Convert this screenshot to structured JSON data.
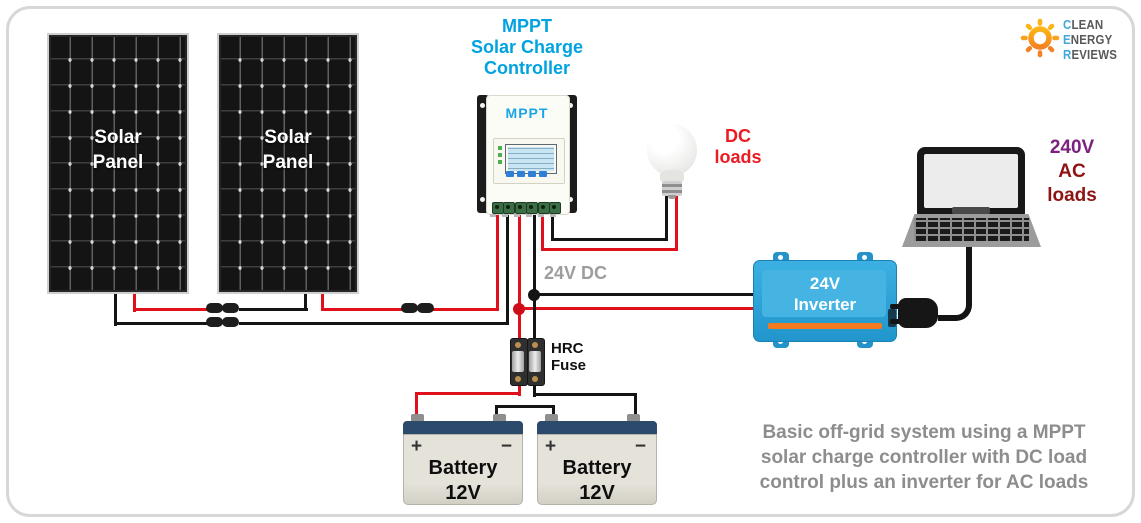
{
  "panels": {
    "label_line1": "Solar",
    "label_line2": "Panel"
  },
  "controller": {
    "title_lines": [
      "MPPT",
      "Solar Charge",
      "Controller"
    ],
    "device_label": "MPPT"
  },
  "dc_loads": {
    "line1": "DC",
    "line2": "loads"
  },
  "bus_label": "24V DC",
  "fuse": {
    "line1": "HRC",
    "line2": "Fuse"
  },
  "battery": {
    "label": "Battery",
    "voltage": "12V",
    "plus": "+",
    "minus": "−"
  },
  "inverter": {
    "line1": "24V",
    "line2": "Inverter"
  },
  "ac_loads": {
    "line1": "240V",
    "line2": "AC",
    "line3": "loads"
  },
  "logo": {
    "words": [
      {
        "initial": "C",
        "rest": "LEAN"
      },
      {
        "initial": "E",
        "rest": "NERGY"
      },
      {
        "initial": "R",
        "rest": "EVIEWS"
      }
    ]
  },
  "caption": {
    "lines": [
      "Basic off-grid system using a MPPT",
      "solar charge controller with DC load",
      "control plus an inverter for AC loads"
    ]
  },
  "palette": {
    "title_blue": "#00a3e0",
    "dc_loads_red": "#ec1c24",
    "wire_red": "#e0101c",
    "wire_black": "#141414",
    "bus_gray": "#9d9d9d",
    "ac_purple": "#7d2181",
    "ac_dark_red": "#8e1414",
    "caption_gray": "#8d8d8d",
    "inverter_blue": "#2fa8de",
    "inverter_orange": "#f47a1f",
    "battery_top_navy": "#2c4a6b",
    "logo_orange": "#f6921e",
    "logo_blue": "#3ea7dc"
  }
}
